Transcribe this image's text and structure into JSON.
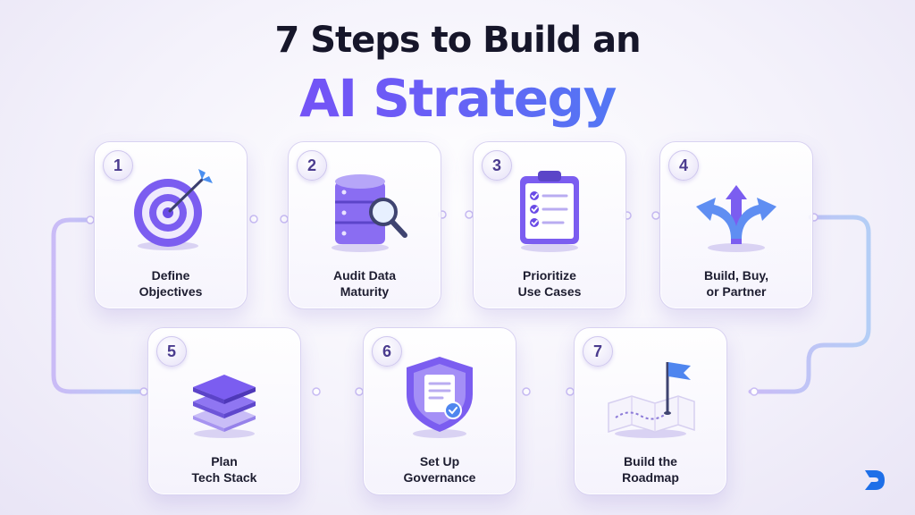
{
  "title_line1": "7 Steps to Build an",
  "title_line2": "AI Strategy",
  "colors": {
    "accent_purple": "#7c5cf0",
    "accent_blue": "#2f9ef0",
    "connector": "#b9a9f3",
    "title_dark": "#16162a"
  },
  "steps": [
    {
      "number": "1",
      "line1": "Define",
      "line2": "Objectives",
      "icon": "target-arrow-icon"
    },
    {
      "number": "2",
      "line1": "Audit Data",
      "line2": "Maturity",
      "icon": "database-magnifier-icon"
    },
    {
      "number": "3",
      "line1": "Prioritize",
      "line2": "Use Cases",
      "icon": "clipboard-checklist-icon"
    },
    {
      "number": "4",
      "line1": "Build, Buy,",
      "line2": "or Partner",
      "icon": "split-arrows-icon"
    },
    {
      "number": "5",
      "line1": "Plan",
      "line2": "Tech Stack",
      "icon": "stacked-layers-icon"
    },
    {
      "number": "6",
      "line1": "Set Up",
      "line2": "Governance",
      "icon": "shield-document-icon"
    },
    {
      "number": "7",
      "line1": "Build the",
      "line2": "Roadmap",
      "icon": "map-flag-icon"
    }
  ],
  "brand_logo": "brand-d-logo"
}
